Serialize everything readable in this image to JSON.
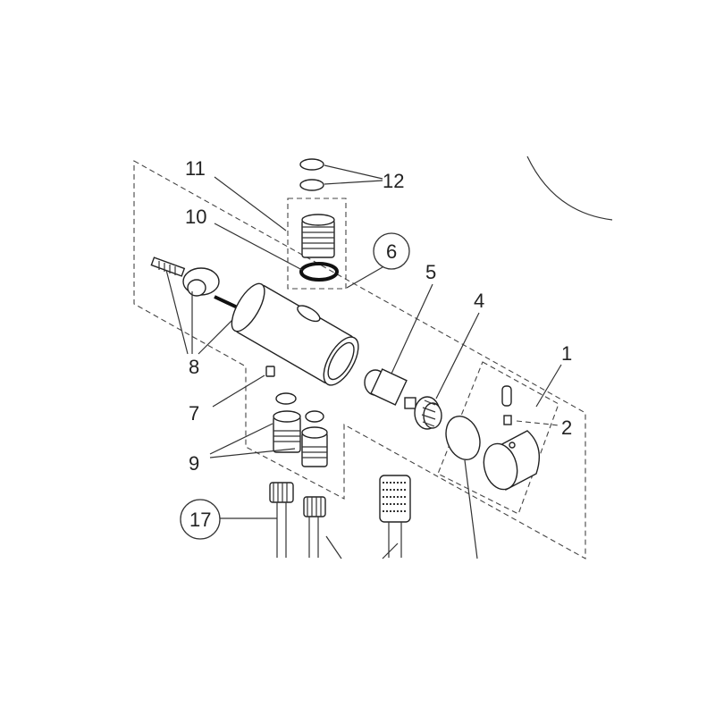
{
  "diagram": {
    "labels": {
      "p1": "1",
      "p2": "2",
      "p4": "4",
      "p5": "5",
      "p6": "6",
      "p7": "7",
      "p8": "8",
      "p9": "9",
      "p10": "10",
      "p11": "11",
      "p12": "12",
      "p17": "17"
    }
  }
}
